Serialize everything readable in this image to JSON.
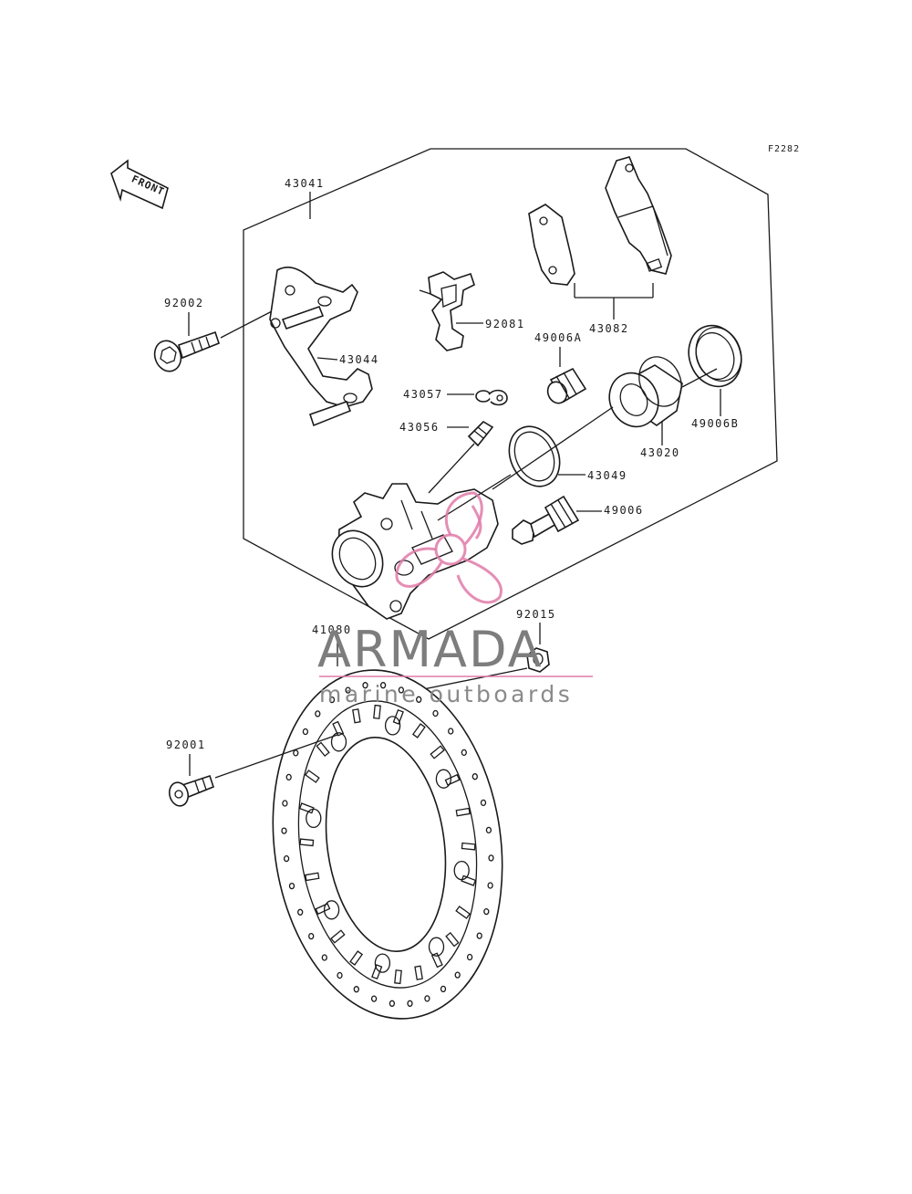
{
  "figure_code": "F2282",
  "front_indicator": "FRONT",
  "part_labels": {
    "p43041": "43041",
    "p92002": "92002",
    "p43044": "43044",
    "p92081": "92081",
    "p43082": "43082",
    "p49006A": "49006A",
    "p43057": "43057",
    "p43056": "43056",
    "p43020": "43020",
    "p49006B": "49006B",
    "p43049": "43049",
    "p49006": "49006",
    "p92015": "92015",
    "p41080": "41080",
    "p92001": "92001"
  },
  "watermark": {
    "brand": "ARMADA",
    "tagline": "marine outboards",
    "logo_icon": "propeller-logo-icon",
    "logo_color": "#e07aa8",
    "text_color": "#7d7d7d"
  }
}
